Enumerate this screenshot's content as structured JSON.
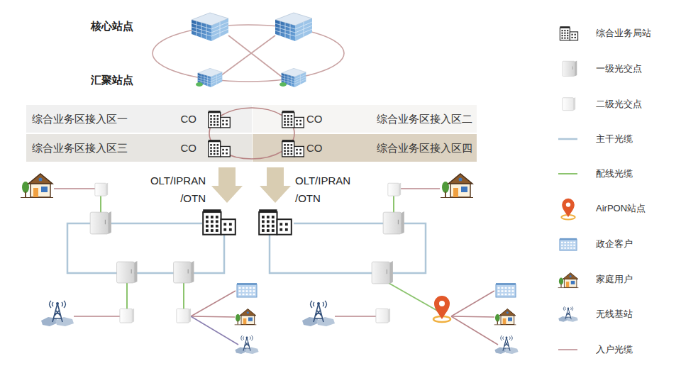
{
  "diagram": {
    "nodes": [
      {
        "text": [
          "综合业务区接入区一",
          "CO"
        ]
      },
      {
        "text": [
          "CO",
          "综合业务区接入区二"
        ]
      },
      {
        "text": [
          "综合业务区接入区三",
          "CO"
        ]
      },
      {
        "text": [
          "CO",
          "综合业务区接入区四"
        ]
      }
    ],
    "labels": [
      "核心站点",
      "汇聚站点",
      "OLT/IPRAN /OTN",
      "OLT/IPRAN /OTN"
    ],
    "legend": [
      {
        "text": "综合业务局站"
      },
      {
        "text": "一级光交点"
      },
      {
        "text": "二级光交点"
      },
      {
        "text": "主干光缆"
      },
      {
        "text": "配线光缆"
      },
      {
        "text": "AirPON站点"
      },
      {
        "text": "政企客户"
      },
      {
        "text": "家庭用户"
      },
      {
        "text": "无线基站"
      },
      {
        "text": "入户光缆"
      }
    ]
  }
}
